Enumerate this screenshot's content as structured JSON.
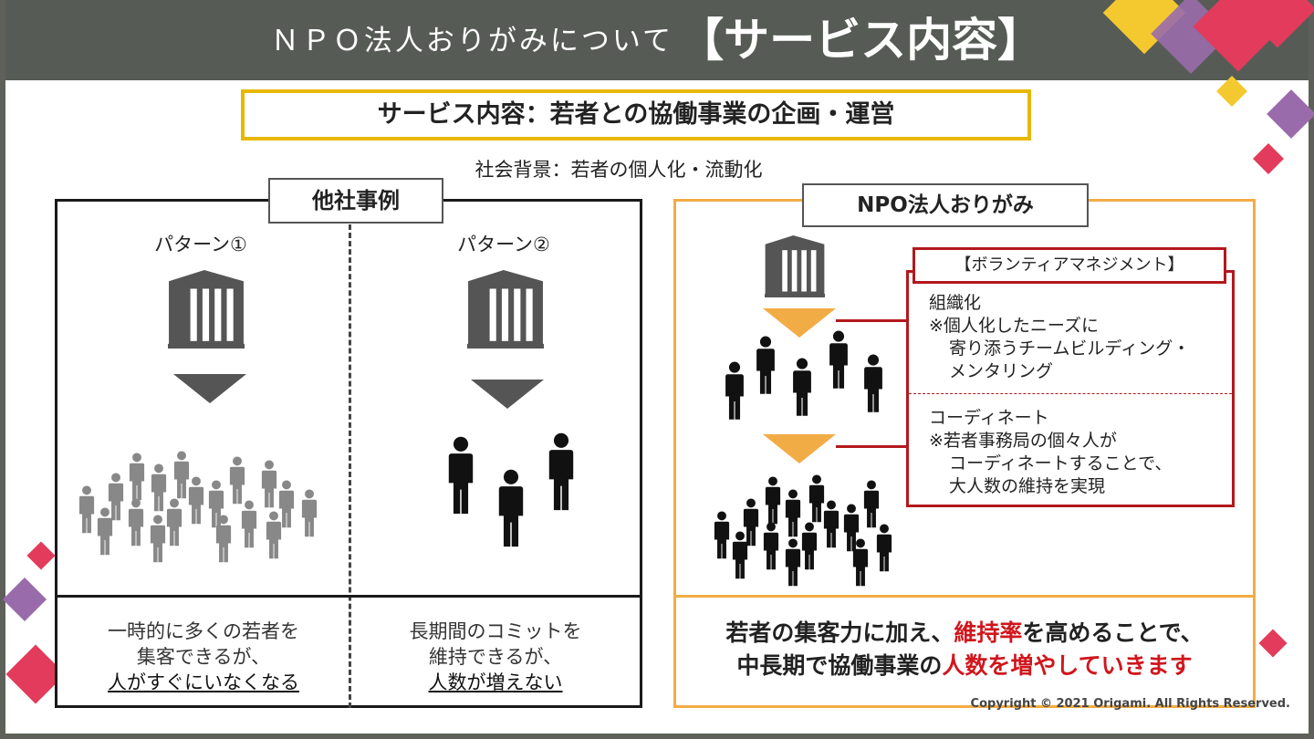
{
  "header": {
    "title_small": "ＮＰＯ法人おりがみについて",
    "title_big": "【サービス内容】"
  },
  "service_heading": "サービス内容：若者との協働事業の企画・運営",
  "background": "社会背景：若者の個人化・流動化",
  "other": {
    "title": "他社事例",
    "pattern1": {
      "label": "パターン①",
      "line1": "一時的に多くの若者を",
      "line2": "集客できるが、",
      "underline": "人がすぐにいなくなる"
    },
    "pattern2": {
      "label": "パターン②",
      "line1": "長期間のコミットを",
      "line2": "維持できるが、",
      "underline": "人数が増えない"
    }
  },
  "npo": {
    "title": "NPO法人おりがみ",
    "vm_title": "【ボランティアマネジメント】",
    "section1": {
      "head": "組織化",
      "line1": "※個人化したニーズに",
      "line2": "寄り添うチームビルディング・",
      "line3": "メンタリング"
    },
    "section2": {
      "head": "コーディネート",
      "line1": "※若者事務局の個々人が",
      "line2": "コーディネートすることで、",
      "line3": "大人数の維持を実現"
    },
    "bottom": {
      "l1_a": "若者の集客力に加え、",
      "l1_red": "維持率",
      "l1_b": "を高めることで、",
      "l2_a": "中長期で協働事業の",
      "l2_red": "人数を増やしていきます"
    }
  },
  "copyright": "Copyright © 2021 Origami. All Rights Reserved.",
  "icons": [
    "building-icon",
    "down-arrow-icon",
    "person-icon"
  ],
  "colors": {
    "header_bg": "#565c55",
    "gold": "#e8b800",
    "orange": "#f2ac45",
    "red": "#b3181c",
    "highlight_red": "#d0161d",
    "icon_gray": "#555555",
    "icon_black": "#111111",
    "crowd_gray": "#888888"
  }
}
